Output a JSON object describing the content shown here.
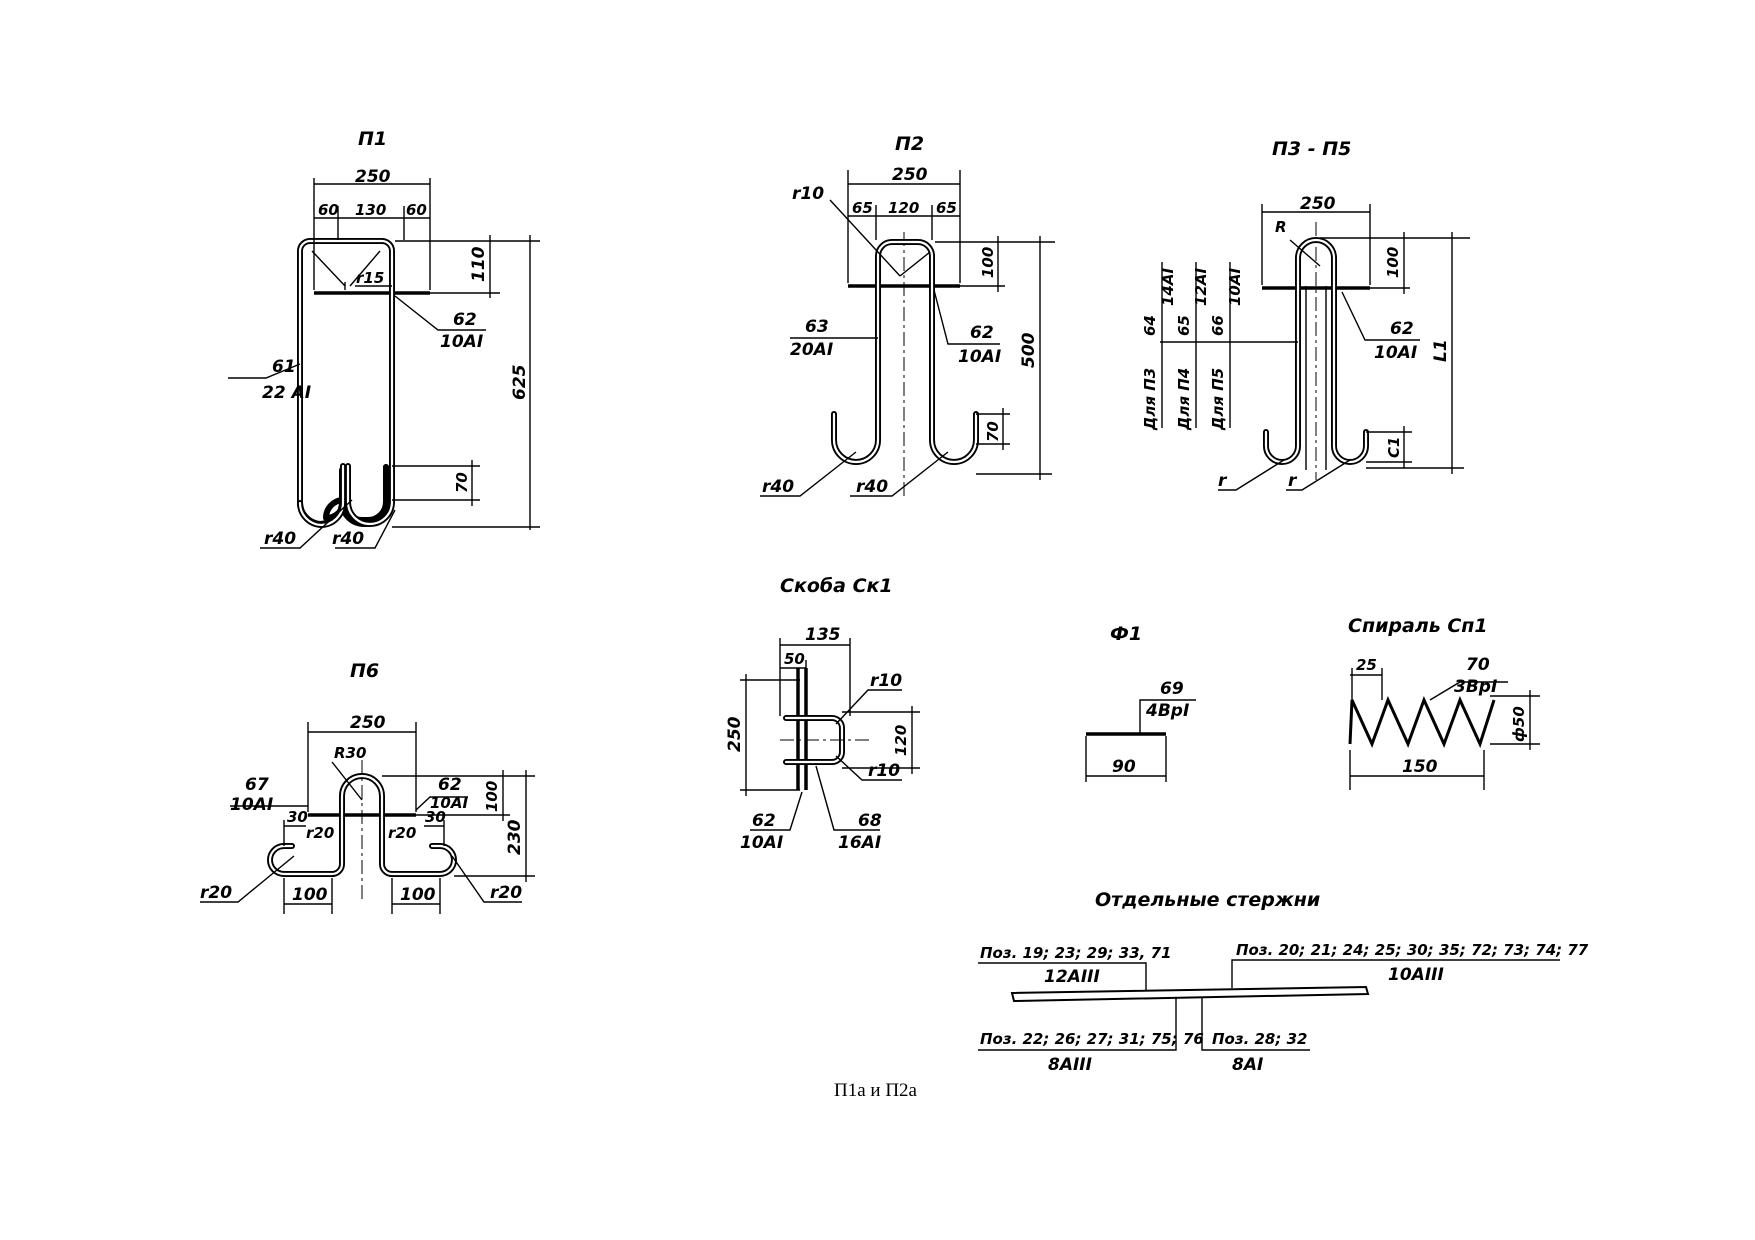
{
  "p1": {
    "title": "П1",
    "dim_total_width": "250",
    "dim_left": "60",
    "dim_mid": "130",
    "dim_right": "60",
    "dim_top": "110",
    "dim_height": "625",
    "dim_hook": "70",
    "radius_inner": "r15",
    "radius_left": "r40",
    "radius_right": "r40",
    "bar_main_pos": "61",
    "bar_main_spec": "22 AI",
    "bar_cross_pos": "62",
    "bar_cross_spec": "10AI"
  },
  "p2": {
    "title": "П2",
    "dim_total_width": "250",
    "dim_left": "65",
    "dim_mid": "120",
    "dim_right": "65",
    "dim_top": "100",
    "dim_height": "500",
    "dim_hook": "70",
    "radius_top": "r10",
    "radius_left": "r40",
    "radius_right": "r40",
    "bar_main_pos": "63",
    "bar_main_spec": "20AI",
    "bar_cross_pos": "62",
    "bar_cross_spec": "10AI"
  },
  "p3p5": {
    "title": "П3 - П5",
    "dim_total_width": "250",
    "dim_top": "100",
    "dim_height": "L1",
    "dim_hook": "C1",
    "radius_top": "R",
    "radius_left": "r",
    "radius_right": "r",
    "bar_cross_pos": "62",
    "bar_cross_spec": "10AI",
    "variants": [
      {
        "label": "Для  П3",
        "pos": "64",
        "spec": "14AI"
      },
      {
        "label": "Для  П4",
        "pos": "65",
        "spec": "12AI"
      },
      {
        "label": "Для  П5",
        "pos": "66",
        "spec": "10AI"
      }
    ]
  },
  "p6": {
    "title": "П6",
    "dim_total_width": "250",
    "radius_top": "R30",
    "bar_left_pos": "67",
    "bar_left_spec": "10AI",
    "bar_right_pos": "62",
    "bar_right_spec": "10AI",
    "dim_top": "100",
    "dim_height": "230",
    "dim_side_left": "30",
    "dim_side_right": "30",
    "radius_left_inner": "r20",
    "radius_right_inner": "r20",
    "radius_left_outer": "r20",
    "radius_right_outer": "r20",
    "dim_bottom_left": "100",
    "dim_bottom_right": "100"
  },
  "sk1": {
    "title": "Скоба Ск1",
    "dim_top": "135",
    "dim_inner": "50",
    "dim_height": "250",
    "dim_right": "120",
    "radius_top": "r10",
    "radius_bottom": "r10",
    "bar_a_pos": "62",
    "bar_a_spec": "10AI",
    "bar_b_pos": "68",
    "bar_b_spec": "16AI"
  },
  "f1": {
    "title": "Ф1",
    "bar_pos": "69",
    "bar_spec": "4ВрI",
    "dim_length": "90"
  },
  "sp1": {
    "title": "Спираль Сп1",
    "dim_pitch": "25",
    "bar_pos": "70",
    "bar_spec": "3ВрI",
    "dim_length": "150",
    "dim_diameter": "ф50"
  },
  "rods": {
    "title": "Отдельные  стержни",
    "top_left_pos": "Поз. 19; 23; 29; 33, 71",
    "top_left_spec": "12AIII",
    "top_right_pos": "Поз. 20; 21; 24; 25; 30; 35; 72; 73; 74; 77",
    "top_right_spec": "10AIII",
    "bottom_left_pos": "Поз. 22; 26; 27; 31; 75; 76",
    "bottom_left_spec": "8AIII",
    "bottom_right_pos": "Поз. 28; 32",
    "bottom_right_spec": "8AI"
  },
  "caption": "П1а и П2а"
}
